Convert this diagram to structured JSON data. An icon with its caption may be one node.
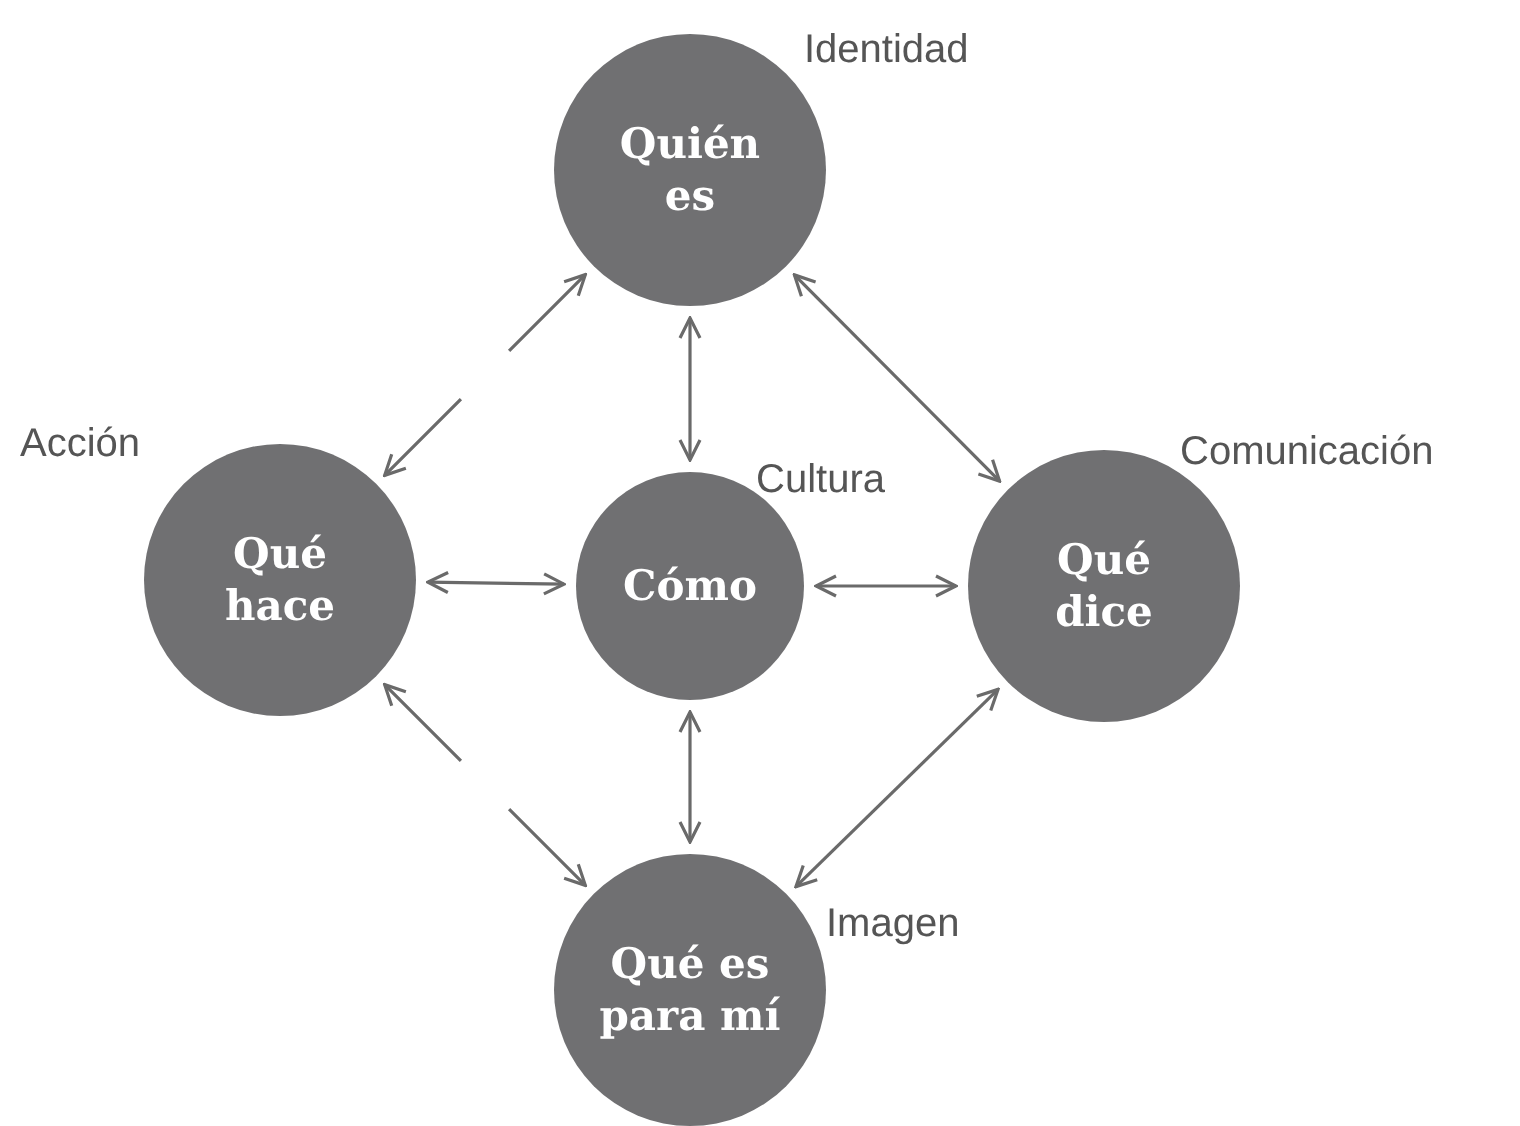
{
  "diagram": {
    "nodes": [
      {
        "text": [
          "Quién es"
        ],
        "beside": [
          "Identidad"
        ]
      },
      {
        "text": [
          "Qué hace"
        ],
        "beside": [
          "Acción"
        ]
      },
      {
        "text": [
          "Cómo"
        ],
        "beside": [
          "Cultura"
        ]
      },
      {
        "text": [
          "Qué dice"
        ],
        "beside": [
          "Comunicación"
        ]
      },
      {
        "text": [
          "Qué es para mí"
        ],
        "beside": [
          "Imagen"
        ]
      }
    ],
    "edges": [
      {
        "from": 0,
        "to": 2,
        "arrow": "both"
      },
      {
        "from": 1,
        "to": 0,
        "arrow": "both",
        "style": "dashed"
      },
      {
        "from": 0,
        "to": 3,
        "arrow": "both"
      },
      {
        "from": 1,
        "to": 2,
        "arrow": "both"
      },
      {
        "from": 2,
        "to": 3,
        "arrow": "both"
      },
      {
        "from": 1,
        "to": 4,
        "arrow": "both",
        "style": "dashed"
      },
      {
        "from": 2,
        "to": 4,
        "arrow": "both"
      },
      {
        "from": 3,
        "to": 4,
        "arrow": "both"
      }
    ]
  }
}
